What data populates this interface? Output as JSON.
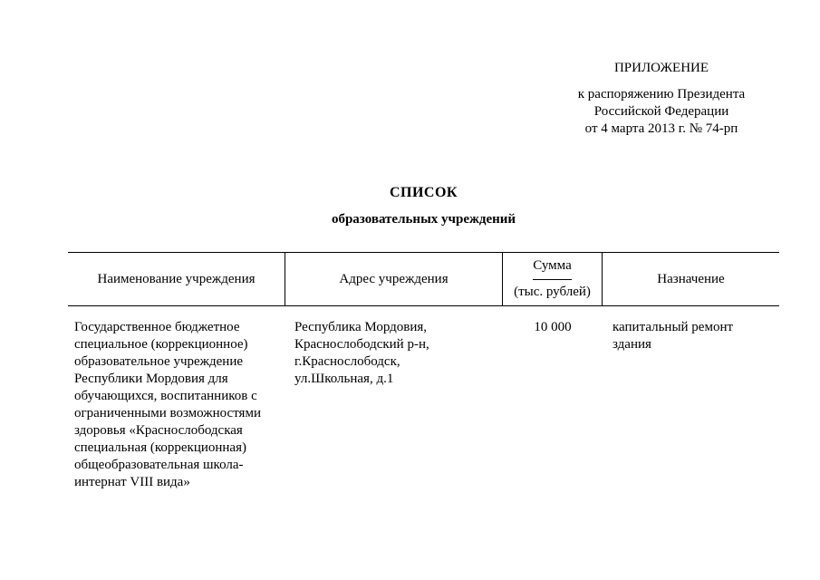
{
  "header_note": {
    "line1": "ПРИЛОЖЕНИЕ",
    "line2": "к распоряжению Президента",
    "line3": "Российской Федерации",
    "line4": "от 4 марта 2013 г. № 74-рп"
  },
  "title": {
    "main": "СПИСОК",
    "subtitle": "образовательных учреждений"
  },
  "table": {
    "headers": {
      "name": "Наименование учреждения",
      "address": "Адрес учреждения",
      "sum_line1": "Сумма",
      "sum_line2": "(тыс. рублей)",
      "purpose": "Назначение"
    },
    "rows": [
      {
        "name": "Государственное бюджетное\nспециальное (коррекционное)\nобразовательное учреждение\nРеспублики Мордовия для\nобучающихся, воспитанников с\nограниченными возможностями\nздоровья  «Краснослободская\nспециальная (коррекционная)\nобщеобразовательная школа-\nинтернат VIII вида»",
        "address": "Республика Мордовия,\nКраснослободский р-н,\nг.Краснослободск,\nул.Школьная, д.1",
        "sum": "10 000",
        "purpose": "капитальный ремонт\nздания"
      }
    ]
  }
}
